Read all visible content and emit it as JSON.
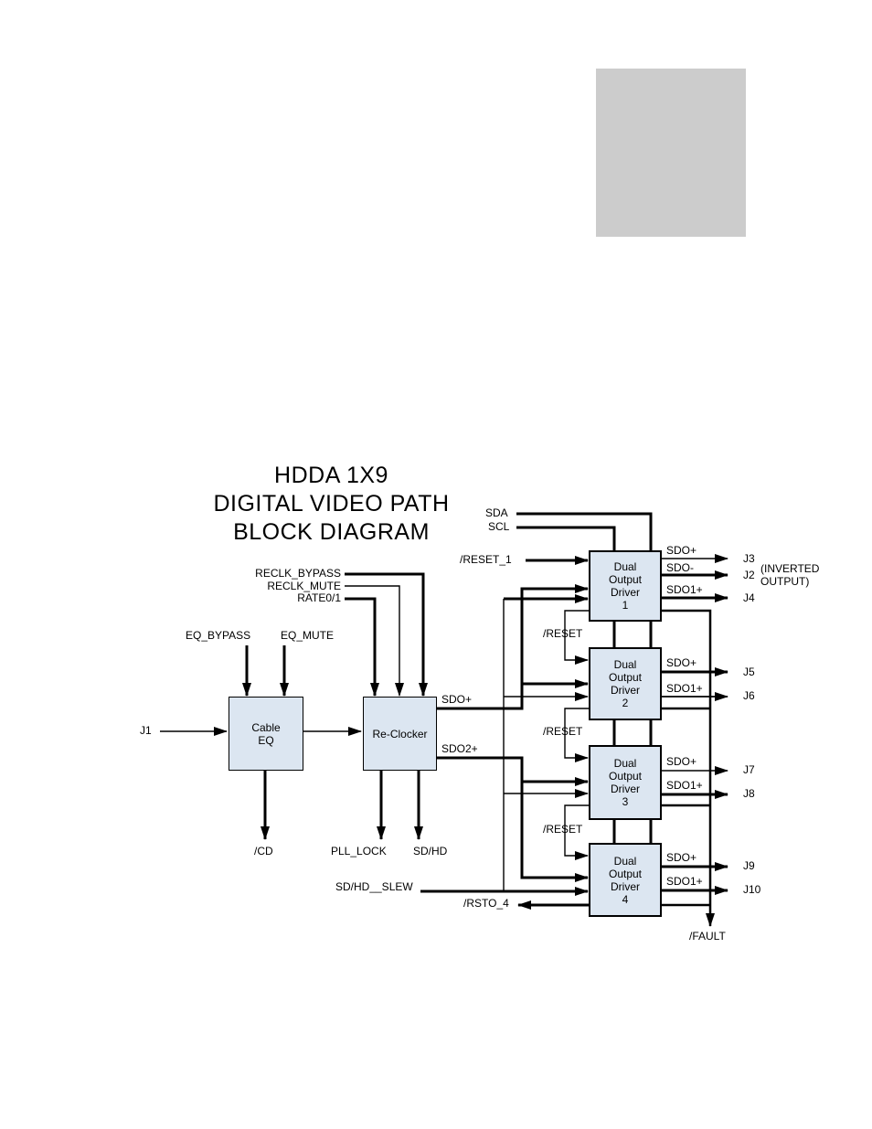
{
  "page": {
    "background": "#ffffff",
    "line_color": "#000000",
    "block_fill": "#dce6f1",
    "block_border": "#000000",
    "placeholder_color": "#cccccc"
  },
  "title": {
    "text": "HDDA 1X9\nDIGITAL VIDEO PATH\nBLOCK DIAGRAM"
  },
  "blocks": {
    "cable_eq": {
      "label": "Cable\nEQ"
    },
    "re_clocker": {
      "label": "Re-Clocker"
    },
    "driver1": {
      "label": "Dual\nOutput\nDriver\n1"
    },
    "driver2": {
      "label": "Dual\nOutput\nDriver\n2"
    },
    "driver3": {
      "label": "Dual\nOutput\nDriver\n3"
    },
    "driver4": {
      "label": "Dual\nOutput\nDriver\n4"
    }
  },
  "labels": {
    "sda": "SDA",
    "scl": "SCL",
    "reset_1": "/RESET_1",
    "reclk_bypass": "RECLK_BYPASS",
    "reclk_mute": "RECLK_MUTE",
    "rate01": "RATE0/1",
    "eq_bypass": "EQ_BYPASS",
    "eq_mute": "EQ_MUTE",
    "j1": "J1",
    "rc_sdo_plus": "SDO+",
    "rc_sdo2_plus": "SDO2+",
    "cd": "/CD",
    "pll_lock": "PLL_LOCK",
    "sd_hd": "SD/HD",
    "sd_hd_slew": "SD/HD__SLEW",
    "rsto_4": "/RSTO_4",
    "reset_a": "/RESET",
    "reset_b": "/RESET",
    "reset_c": "/RESET",
    "fault": "/FAULT",
    "d1_sdo_plus": "SDO+",
    "d1_sdo_minus": "SDO-",
    "d1_sdo1_plus": "SDO1+",
    "d2_sdo_plus": "SDO+",
    "d2_sdo1_plus": "SDO1+",
    "d3_sdo_plus": "SDO+",
    "d3_sdo1_plus": "SDO1+",
    "d4_sdo_plus": "SDO+",
    "d4_sdo1_plus": "SDO1+",
    "j3": "J3",
    "j2": "J2",
    "j2_note": "(INVERTED\nOUTPUT)",
    "j4": "J4",
    "j5": "J5",
    "j6": "J6",
    "j7": "J7",
    "j8": "J8",
    "j9": "J9",
    "j10": "J10"
  }
}
